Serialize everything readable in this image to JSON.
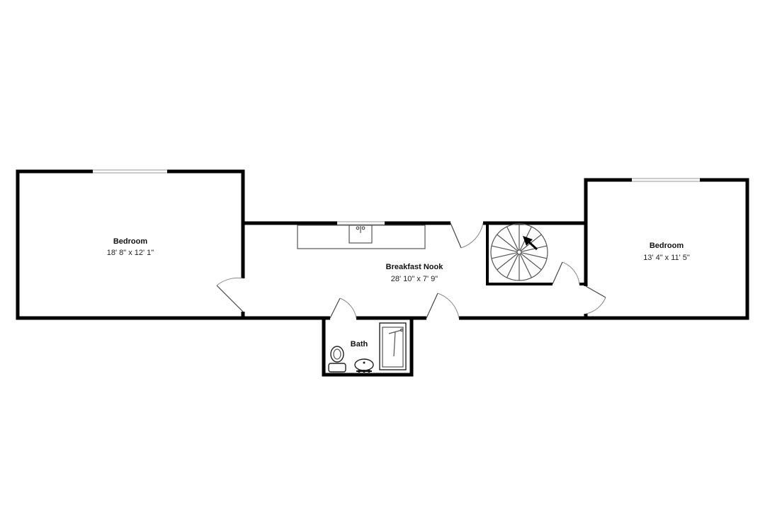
{
  "rooms": {
    "bedroom_left": {
      "name": "Bedroom",
      "dims": "18' 8\" x 12' 1\""
    },
    "breakfast_nook": {
      "name": "Breakfast Nook",
      "dims": "28' 10\" x 7' 9\""
    },
    "bedroom_right": {
      "name": "Bedroom",
      "dims": "13' 4\" x 11' 5\""
    },
    "bath": {
      "name": "Bath"
    }
  },
  "icons": {
    "stair": "spiral-stair-icon",
    "stair_arrow": "arrow-up-left-icon",
    "door": "door-swing-icon",
    "window": "window-icon",
    "toilet": "toilet-icon",
    "sink": "sink-icon",
    "shower": "shower-icon"
  },
  "colors": {
    "wall": "#000000",
    "background": "#ffffff"
  }
}
